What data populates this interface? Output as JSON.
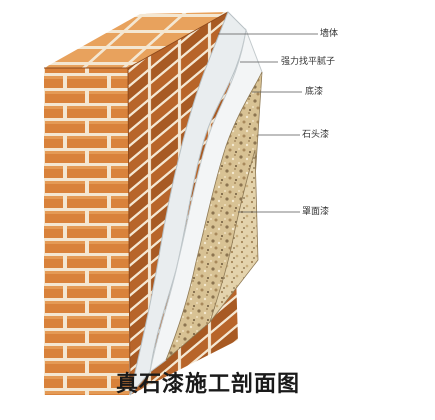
{
  "labels": {
    "wall": "墙体",
    "putty": "强力找平腻子",
    "primer": "底漆",
    "stone": "石头漆",
    "topcoat": "罩面漆"
  },
  "caption": "真石漆施工剖面图",
  "colors": {
    "brick": "#D9823B",
    "brick_dark": "#A85A23",
    "mortar": "#F4E7D2",
    "putty": "#E9EDEF",
    "stone": "#D8C294",
    "leader": "#555555"
  }
}
